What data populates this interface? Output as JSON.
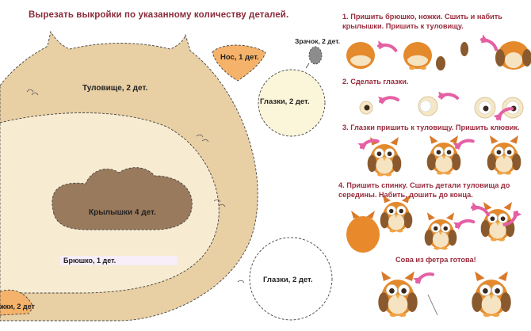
{
  "header": {
    "title": "Вырезать выкройки по указанному количеству деталей."
  },
  "pattern": {
    "body_label": "Туловище, 2 дет.",
    "wings_label": "Крылышки 4 дет.",
    "belly_label": "Брюшко, 1 дет.",
    "nose_label": "Нос, 1 дет.",
    "pupil_label": "Зрачок, 2 дет.",
    "eyes_top_label": "Глазки, 2 дет.",
    "eyes_bottom_label": "Глазки, 2 дет.",
    "feet_label": "жки, 2 дет"
  },
  "steps": [
    {
      "text": "1. Пришить брюшко, ножки. Сшить и набить крылышки. Пришить к туловищу."
    },
    {
      "text": "2. Сделать глазки."
    },
    {
      "text": "3. Глазки пришить к туловищу. Пришить клювик."
    },
    {
      "text": "4. Пришить спинку. Сшить детали туловища до середины. Набить, дошить до конца."
    }
  ],
  "final": {
    "text": "Сова из фетра готова!"
  },
  "colors": {
    "body": "#e8cfa4",
    "belly": "#f7ecd2",
    "wings": "#9a7a5c",
    "nose": "#f5b26a",
    "eye_felt": "#fbf5d9",
    "owl_orange": "#e48a2c",
    "arrow_pink": "#e55fa3",
    "title_red": "#8a2b3a"
  }
}
